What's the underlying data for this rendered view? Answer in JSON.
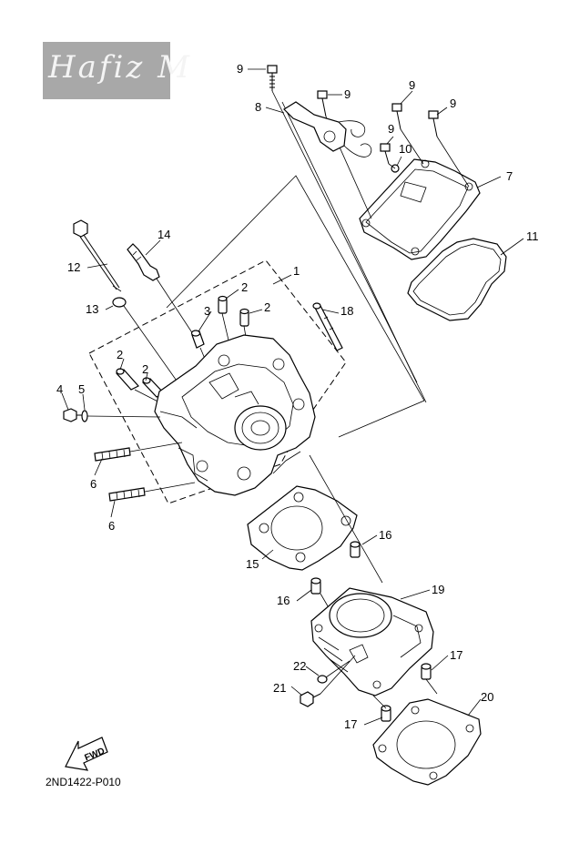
{
  "watermark": {
    "text": "Hafiz M",
    "bg_color": "#a8a8a8"
  },
  "diagram_code": "2ND1422-P010",
  "fwd_label": "FWD",
  "callouts": {
    "c1": "1",
    "c2a": "2",
    "c2b": "2",
    "c2c": "2",
    "c2d": "2",
    "c3": "3",
    "c4": "4",
    "c5": "5",
    "c6a": "6",
    "c6b": "6",
    "c7": "7",
    "c8": "8",
    "c9a": "9",
    "c9b": "9",
    "c9c": "9",
    "c9d": "9",
    "c9e": "9",
    "c10": "10",
    "c11": "11",
    "c12": "12",
    "c13": "13",
    "c14": "14",
    "c15": "15",
    "c16a": "16",
    "c16b": "16",
    "c17a": "17",
    "c17b": "17",
    "c18": "18",
    "c19": "19",
    "c20": "20",
    "c21": "21",
    "c22": "22"
  }
}
